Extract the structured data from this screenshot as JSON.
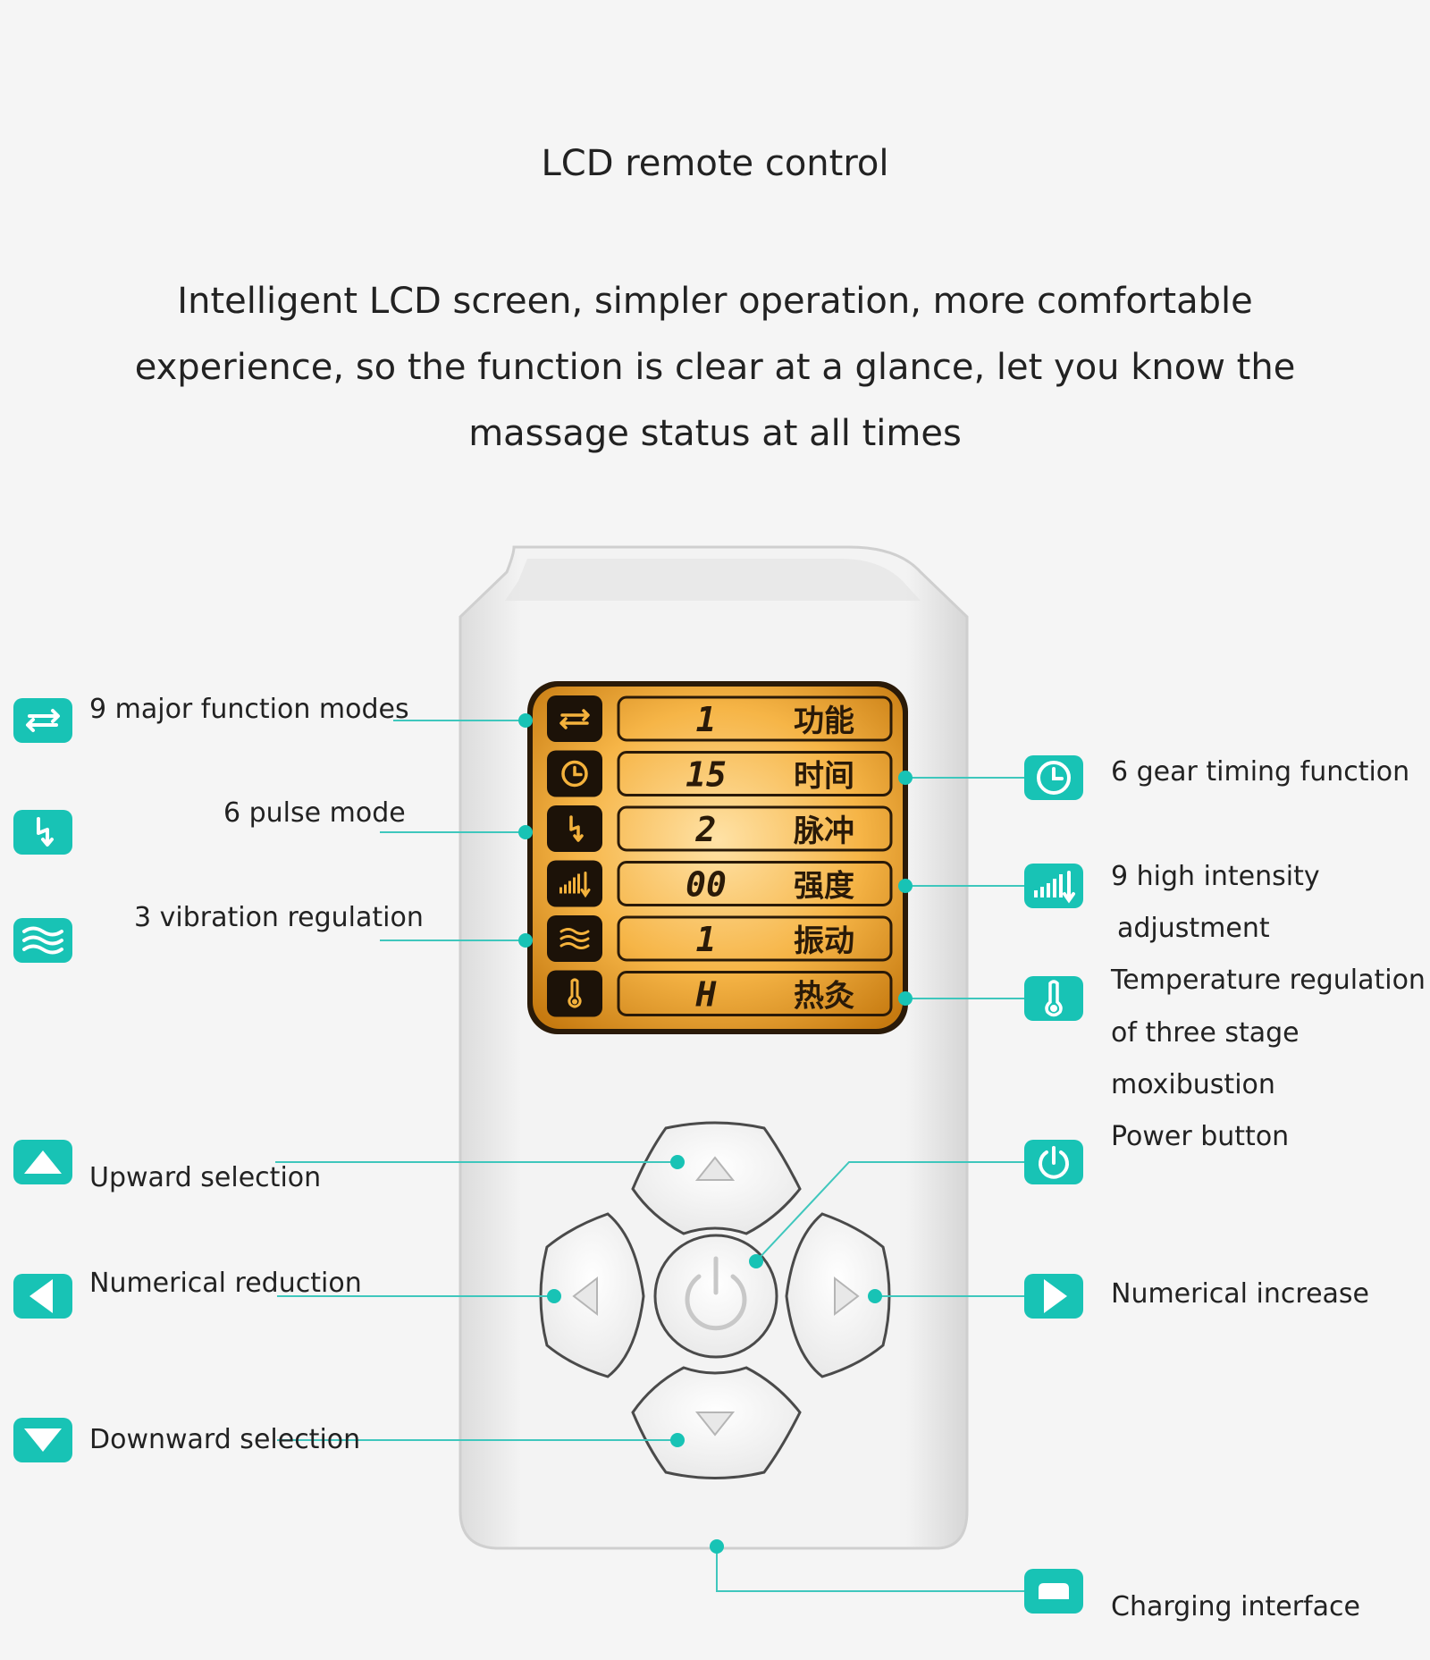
{
  "page": {
    "title": "LCD remote control",
    "subtitle": "Intelligent LCD screen, simpler operation, more comfortable experience, so the function is clear at a glance, let you know the massage status at all times"
  },
  "colors": {
    "accent": "#18c3b5",
    "lcd": "#f2a530",
    "body": "#ebebeb"
  },
  "lcd_rows": [
    {
      "icon": "loop-icon",
      "value": "1",
      "label": "功能"
    },
    {
      "icon": "clock-icon",
      "value": "15",
      "label": "时间"
    },
    {
      "icon": "pulse-icon",
      "value": "2",
      "label": "脉冲"
    },
    {
      "icon": "intensity-bars-icon",
      "value": "00",
      "label": "强度"
    },
    {
      "icon": "waves-icon",
      "value": "1",
      "label": "振动"
    },
    {
      "icon": "thermometer-icon",
      "value": "H",
      "label": "热灸"
    }
  ],
  "callouts": {
    "function_modes": "9 major function modes",
    "pulse_mode": "6 pulse mode",
    "vibration": "3 vibration regulation",
    "timing": "6 gear timing function",
    "intensity_1": "9 high intensity",
    "intensity_2": "adjustment",
    "temperature_1": "Temperature regulation",
    "temperature_2": "of three stage",
    "temperature_3": "moxibustion",
    "power": "Power button",
    "up": "Upward selection",
    "reduce": "Numerical reduction",
    "increase": "Numerical increase",
    "down": "Downward selection",
    "charging": "Charging interface"
  }
}
